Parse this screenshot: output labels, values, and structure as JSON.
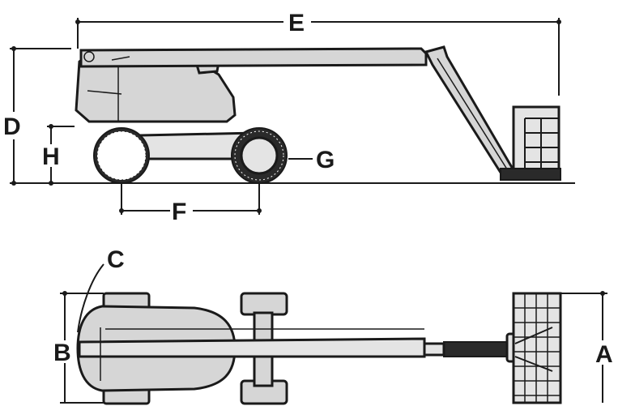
{
  "diagram": {
    "labels": {
      "A": "A",
      "B": "B",
      "C": "C",
      "D": "D",
      "E": "E",
      "F": "F",
      "G": "G",
      "H": "H"
    },
    "colors": {
      "line": "#1a1a1a",
      "body": "#d6d6d6",
      "background": "#ffffff"
    }
  }
}
